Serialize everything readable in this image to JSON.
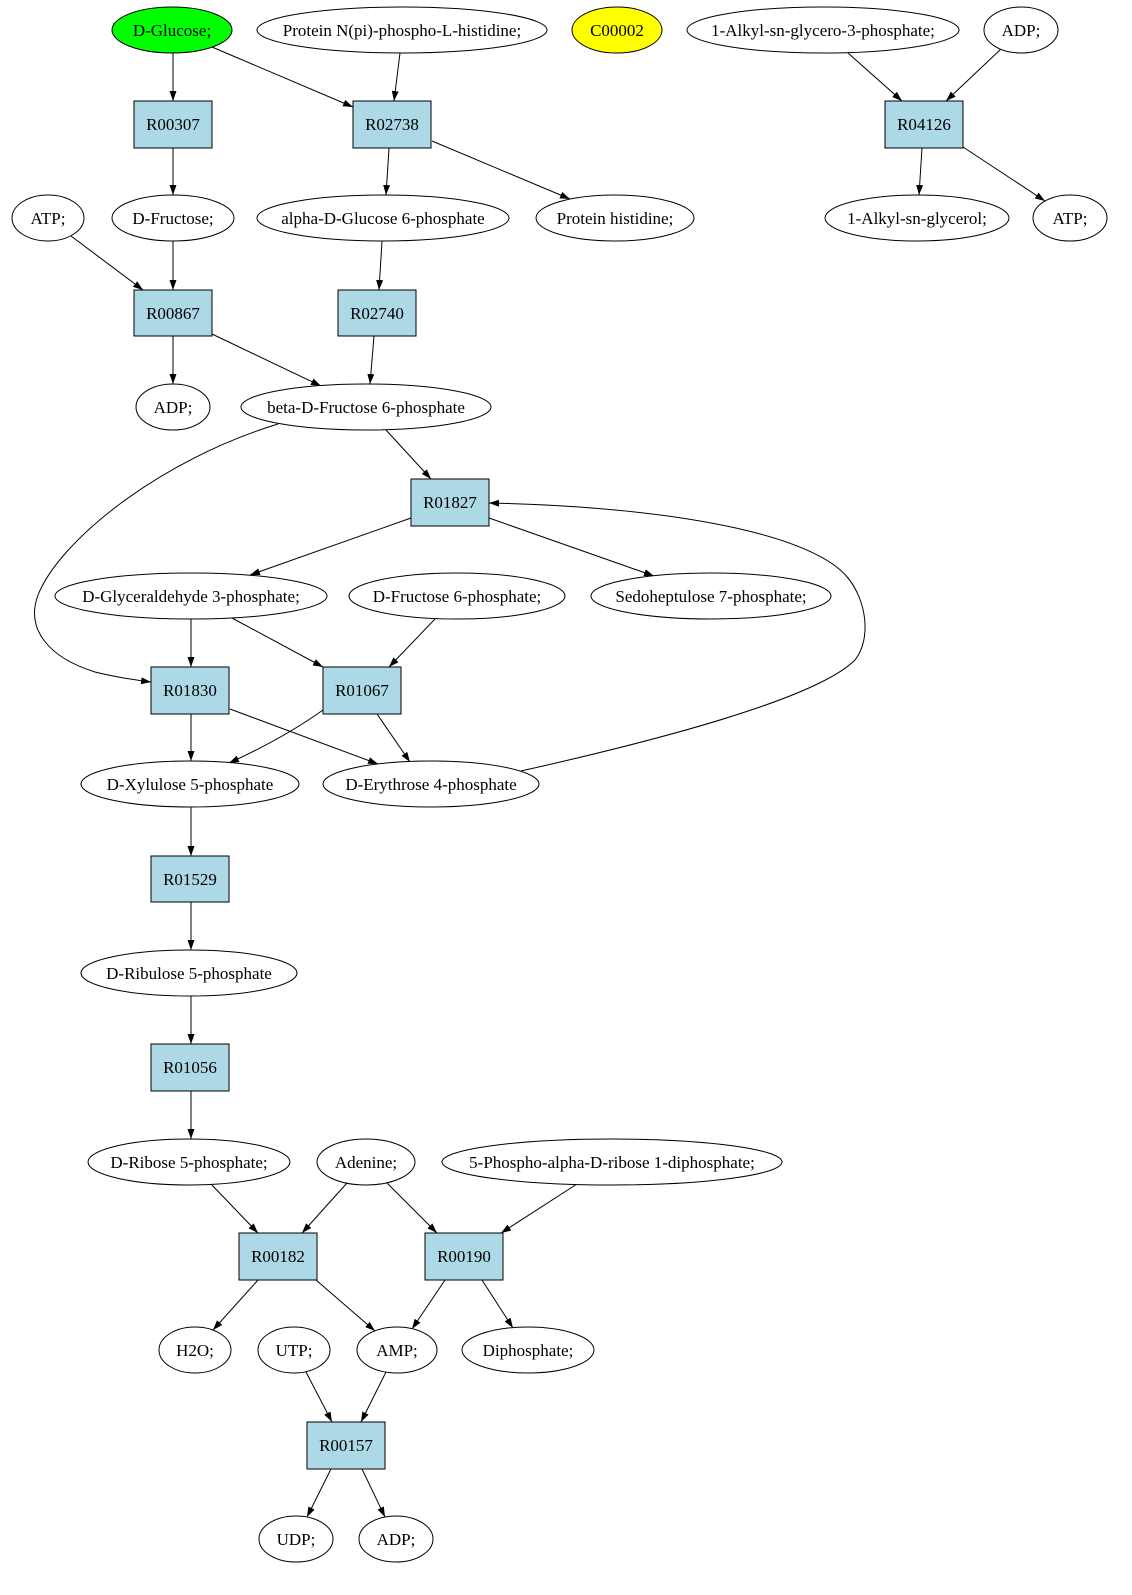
{
  "diagram": {
    "compounds": {
      "d_glucose": "D-Glucose;",
      "protein_n_pi_phospho_l_histidine": "Protein N(pi)-phospho-L-histidine;",
      "c00002": "C00002",
      "alkyl_sn_glycero_3_phosphate": "1-Alkyl-sn-glycero-3-phosphate;",
      "adp_top": "ADP;",
      "atp_left": "ATP;",
      "d_fructose": "D-Fructose;",
      "alpha_d_glucose_6_phosphate": "alpha-D-Glucose 6-phosphate",
      "protein_histidine": "Protein histidine;",
      "alkyl_sn_glycerol": "1-Alkyl-sn-glycerol;",
      "atp_right": "ATP;",
      "adp_middle": "ADP;",
      "beta_d_fructose_6_phosphate": "beta-D-Fructose 6-phosphate",
      "d_glyceraldehyde_3_phosphate": "D-Glyceraldehyde 3-phosphate;",
      "d_fructose_6_phosphate": "D-Fructose 6-phosphate;",
      "sedoheptulose_7_phosphate": "Sedoheptulose 7-phosphate;",
      "d_xylulose_5_phosphate": "D-Xylulose 5-phosphate",
      "d_erythrose_4_phosphate": "D-Erythrose 4-phosphate",
      "d_ribulose_5_phosphate": "D-Ribulose 5-phosphate",
      "d_ribose_5_phosphate": "D-Ribose 5-phosphate;",
      "adenine": "Adenine;",
      "phospho_alpha_d_ribose_1_diphosphate": "5-Phospho-alpha-D-ribose 1-diphosphate;",
      "h2o": "H2O;",
      "utp": "UTP;",
      "amp": "AMP;",
      "diphosphate": "Diphosphate;",
      "udp": "UDP;",
      "adp_bottom": "ADP;"
    },
    "reactions": {
      "r00307": "R00307",
      "r02738": "R02738",
      "r04126": "R04126",
      "r00867": "R00867",
      "r02740": "R02740",
      "r01827": "R01827",
      "r01830": "R01830",
      "r01067": "R01067",
      "r01529": "R01529",
      "r01056": "R01056",
      "r00182": "R00182",
      "r00190": "R00190",
      "r00157": "R00157"
    }
  },
  "colors": {
    "d_glucose_fill": "#00ff00",
    "c00002_fill": "#ffff00",
    "compound_fill": "#ffffff",
    "reaction_fill": "#add8e6"
  }
}
